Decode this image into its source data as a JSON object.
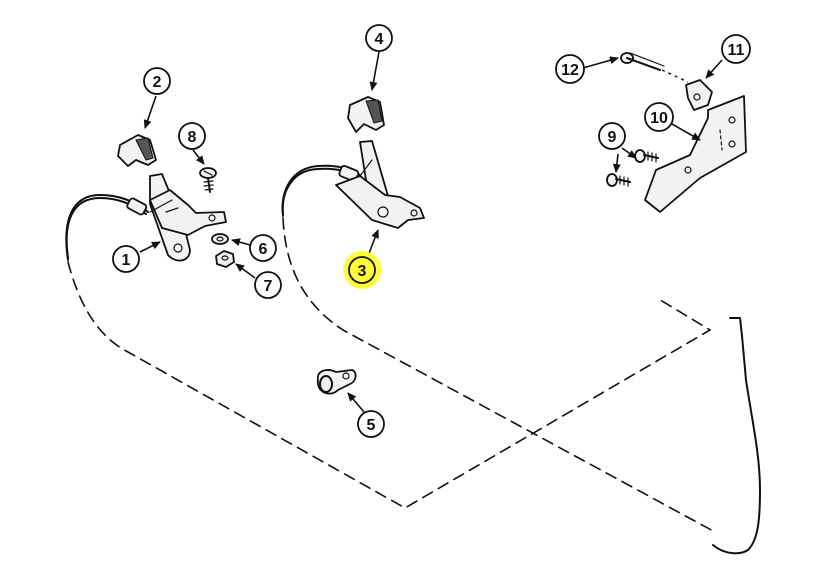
{
  "callouts": {
    "c1": "1",
    "c2": "2",
    "c3": "3",
    "c4": "4",
    "c5": "5",
    "c6": "6",
    "c7": "7",
    "c8": "8",
    "c9": "9",
    "c10": "10",
    "c11": "11",
    "c12": "12"
  },
  "highlight": {
    "callout": "3",
    "color": "#ffff33"
  }
}
